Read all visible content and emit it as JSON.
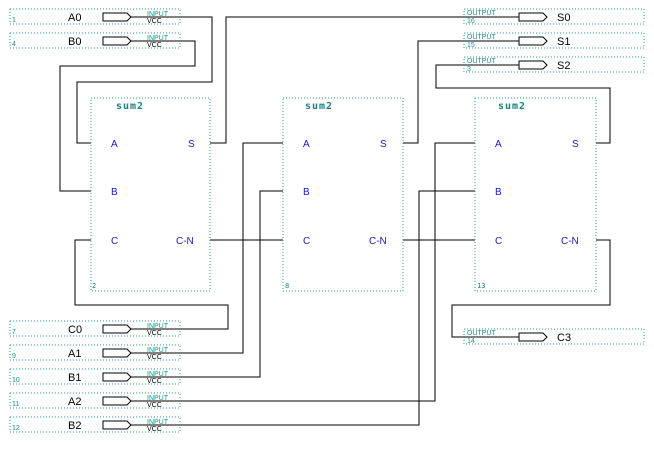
{
  "schematic": {
    "inputs": [
      {
        "id": "in-a0",
        "num": "1",
        "name": "A0",
        "tag": "INPUT",
        "vcc": "VCC"
      },
      {
        "id": "in-b0",
        "num": "4",
        "name": "B0",
        "tag": "INPUT",
        "vcc": "VCC"
      },
      {
        "id": "in-c0",
        "num": "7",
        "name": "C0",
        "tag": "INPUT",
        "vcc": "VCC"
      },
      {
        "id": "in-a1",
        "num": "9",
        "name": "A1",
        "tag": "INPUT",
        "vcc": "VCC"
      },
      {
        "id": "in-b1",
        "num": "10",
        "name": "B1",
        "tag": "INPUT",
        "vcc": "VCC"
      },
      {
        "id": "in-a2",
        "num": "11",
        "name": "A2",
        "tag": "INPUT",
        "vcc": "VCC"
      },
      {
        "id": "in-b2",
        "num": "12",
        "name": "B2",
        "tag": "INPUT",
        "vcc": "VCC"
      }
    ],
    "outputs": [
      {
        "id": "out-s0",
        "num": "16",
        "name": "S0",
        "tag": "OUTPUT"
      },
      {
        "id": "out-s1",
        "num": "15",
        "name": "S1",
        "tag": "OUTPUT"
      },
      {
        "id": "out-s2",
        "num": "3",
        "name": "S2",
        "tag": "OUTPUT"
      },
      {
        "id": "out-c3",
        "num": "14",
        "name": "C3",
        "tag": "OUTPUT"
      }
    ],
    "blocks": [
      {
        "title": "sum2",
        "id_label": "2",
        "ports": {
          "a": "A",
          "b": "B",
          "c": "C",
          "s": "S",
          "cn": "C-N"
        }
      },
      {
        "title": "sum2",
        "id_label": "8",
        "ports": {
          "a": "A",
          "b": "B",
          "c": "C",
          "s": "S",
          "cn": "C-N"
        }
      },
      {
        "title": "sum2",
        "id_label": "13",
        "ports": {
          "a": "A",
          "b": "B",
          "c": "C",
          "s": "S",
          "cn": "C-N"
        }
      }
    ],
    "colors": {
      "wire": "#000000",
      "pin_frame": "#2a9a9a",
      "block_frame": "#2a9a9a",
      "port_text": "#1a1ab0"
    }
  }
}
